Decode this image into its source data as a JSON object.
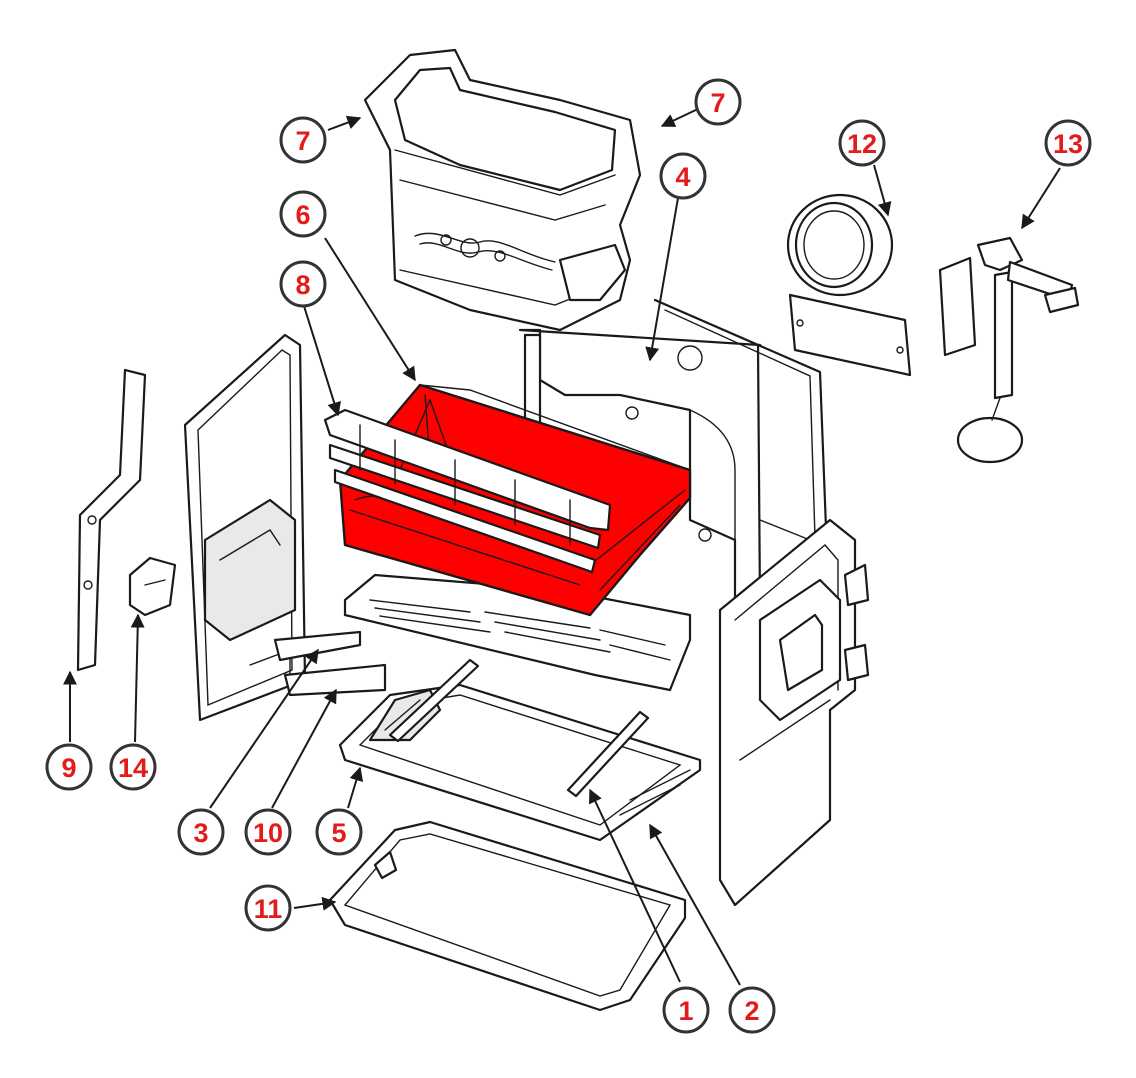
{
  "diagram": {
    "highlight_color": "#ff0000",
    "callout_text_color": "#e31b1b",
    "callouts": [
      {
        "id": "c7a",
        "label": "7"
      },
      {
        "id": "c7b",
        "label": "7"
      },
      {
        "id": "c4",
        "label": "4"
      },
      {
        "id": "c6",
        "label": "6"
      },
      {
        "id": "c8",
        "label": "8"
      },
      {
        "id": "c12",
        "label": "12"
      },
      {
        "id": "c13",
        "label": "13"
      },
      {
        "id": "c9",
        "label": "9"
      },
      {
        "id": "c14",
        "label": "14"
      },
      {
        "id": "c3",
        "label": "3"
      },
      {
        "id": "c10",
        "label": "10"
      },
      {
        "id": "c5",
        "label": "5"
      },
      {
        "id": "c11",
        "label": "11"
      },
      {
        "id": "c1",
        "label": "1"
      },
      {
        "id": "c2",
        "label": "2"
      }
    ]
  }
}
